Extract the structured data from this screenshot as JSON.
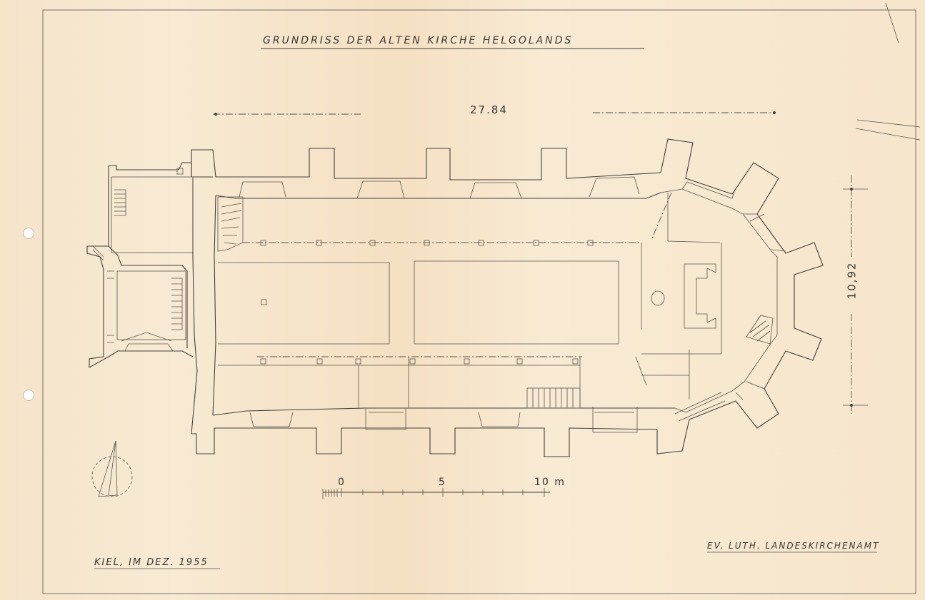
{
  "drawing": {
    "title": "GRUNDRISS DER ALTEN KIRCHE HELGOLANDS",
    "length_dimension": "27.84",
    "width_dimension": "10,92",
    "scale_label_0": "0",
    "scale_label_5": "5",
    "scale_label_10": "10 m",
    "place_date": "KIEL, IM DEZ. 1955",
    "office": "EV. LUTH. LANDESKIRCHENAMT"
  },
  "colors": {
    "paper": "#f5e4ca",
    "ink": "#45403a"
  }
}
